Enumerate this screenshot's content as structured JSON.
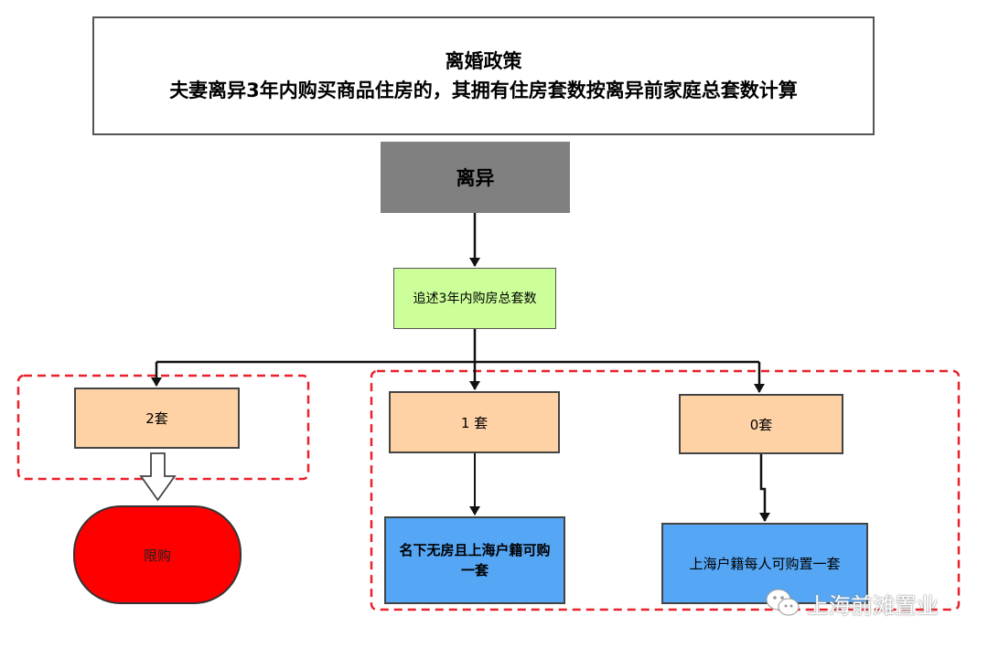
{
  "title": {
    "line1": "离婚政策",
    "line2": "夫妻离异3年内购买商品住房的，其拥有住房套数按离异前家庭总套数计算"
  },
  "nodes": {
    "divorce": "离异",
    "trace": "追述3年内购房总套数",
    "two_sets": "2套",
    "one_set": "1 套",
    "zero_sets": "0套",
    "restricted": "限购",
    "no_house": "名下无房且上海户籍可购一套",
    "per_person": "上海户籍每人可购置一套"
  },
  "watermark": {
    "text": "上海前滩置业",
    "icon": "wechat-icon"
  },
  "colors": {
    "divorce_fill": "#808080",
    "trace_fill": "#ccff99",
    "count_fill": "#ffd2a6",
    "restricted_fill": "#ff0000",
    "result_fill": "#55a6f4",
    "dashed_border": "#e8212b"
  }
}
